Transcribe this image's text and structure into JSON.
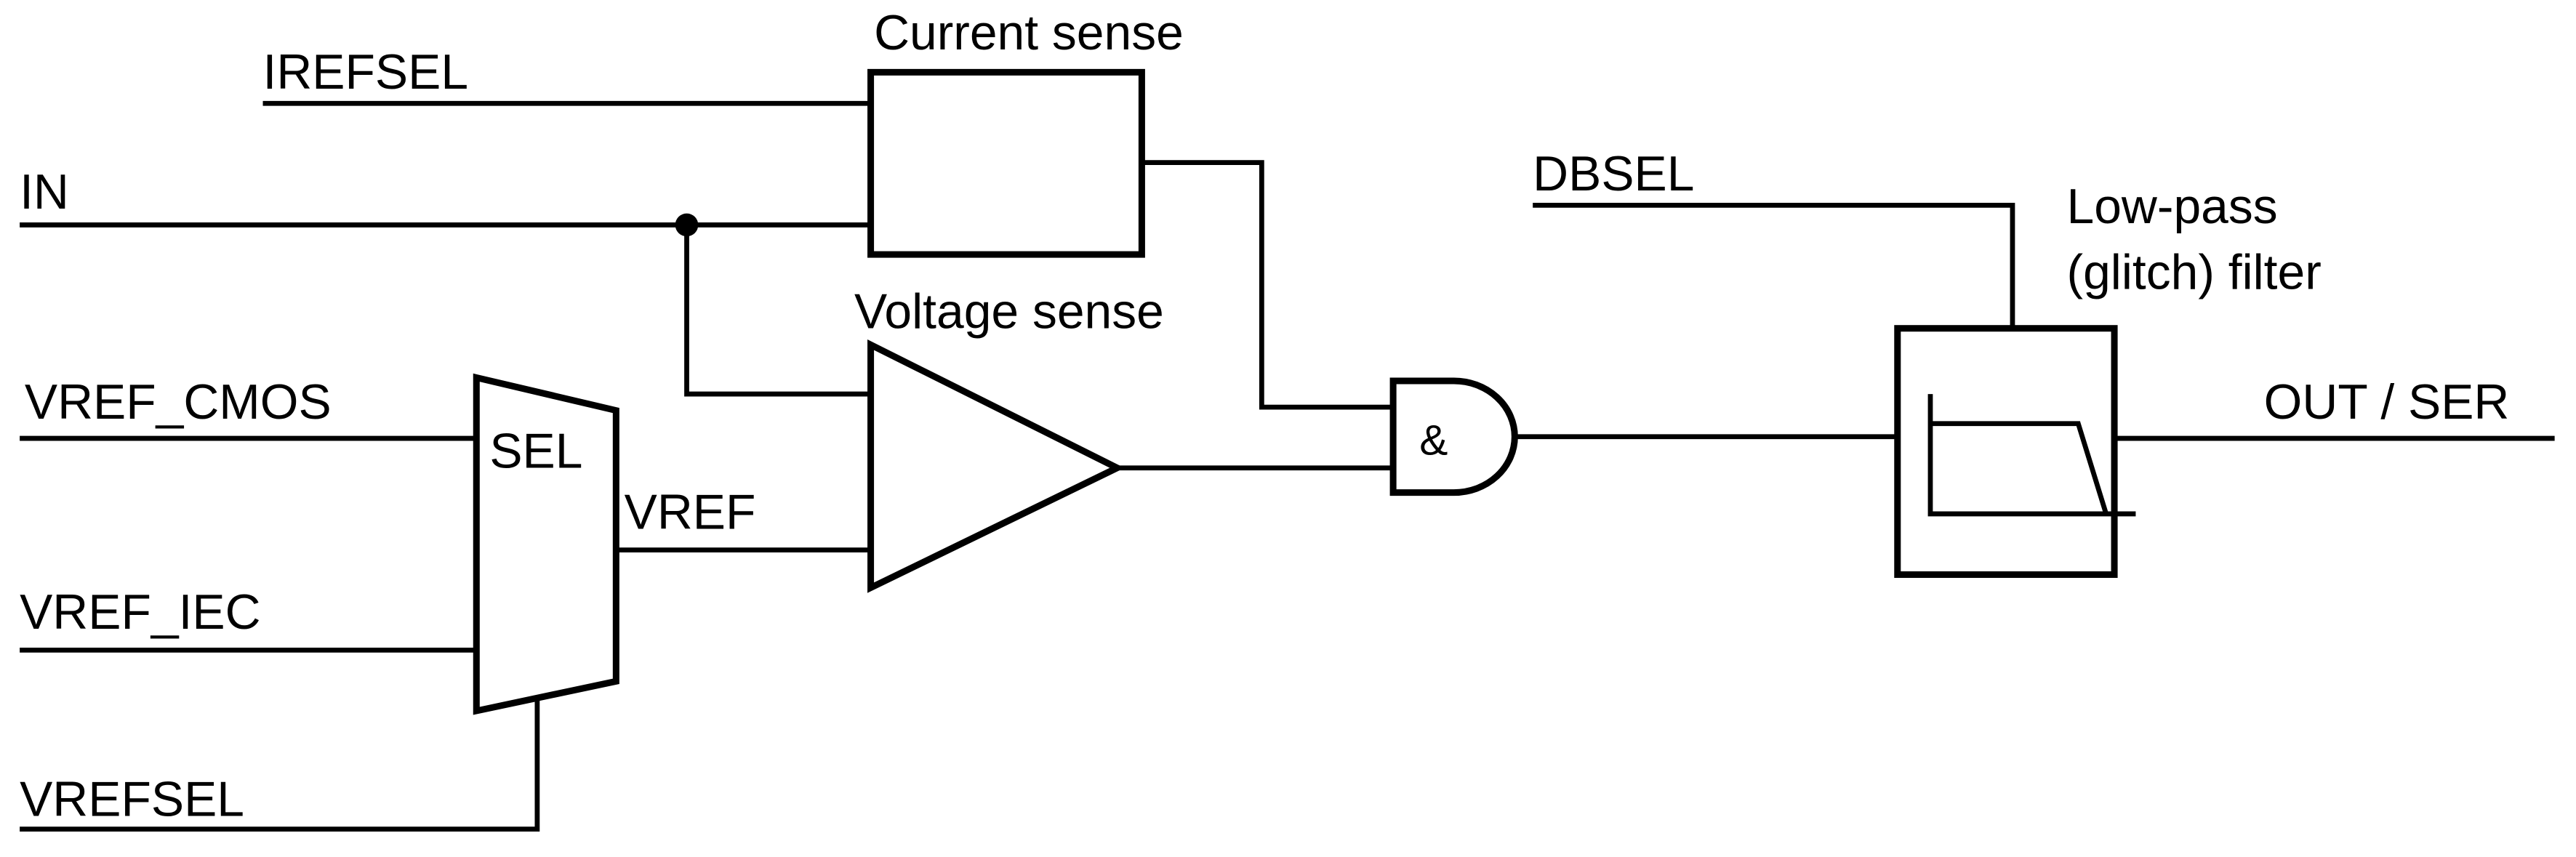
{
  "signals": {
    "irefsel": "IREFSEL",
    "in": "IN",
    "vref_cmos": "VREF_CMOS",
    "vref_iec": "VREF_IEC",
    "vrefsel": "VREFSEL",
    "vref": "VREF",
    "dbsel": "DBSEL",
    "out": "OUT / SER"
  },
  "blocks": {
    "current_sense": "Current sense",
    "voltage_sense": "Voltage sense",
    "mux": "SEL",
    "and_gate": "&",
    "filter_line1": "Low-pass",
    "filter_line2": "(glitch) filter"
  },
  "colors": {
    "stroke": "#000000",
    "background": "#ffffff"
  }
}
